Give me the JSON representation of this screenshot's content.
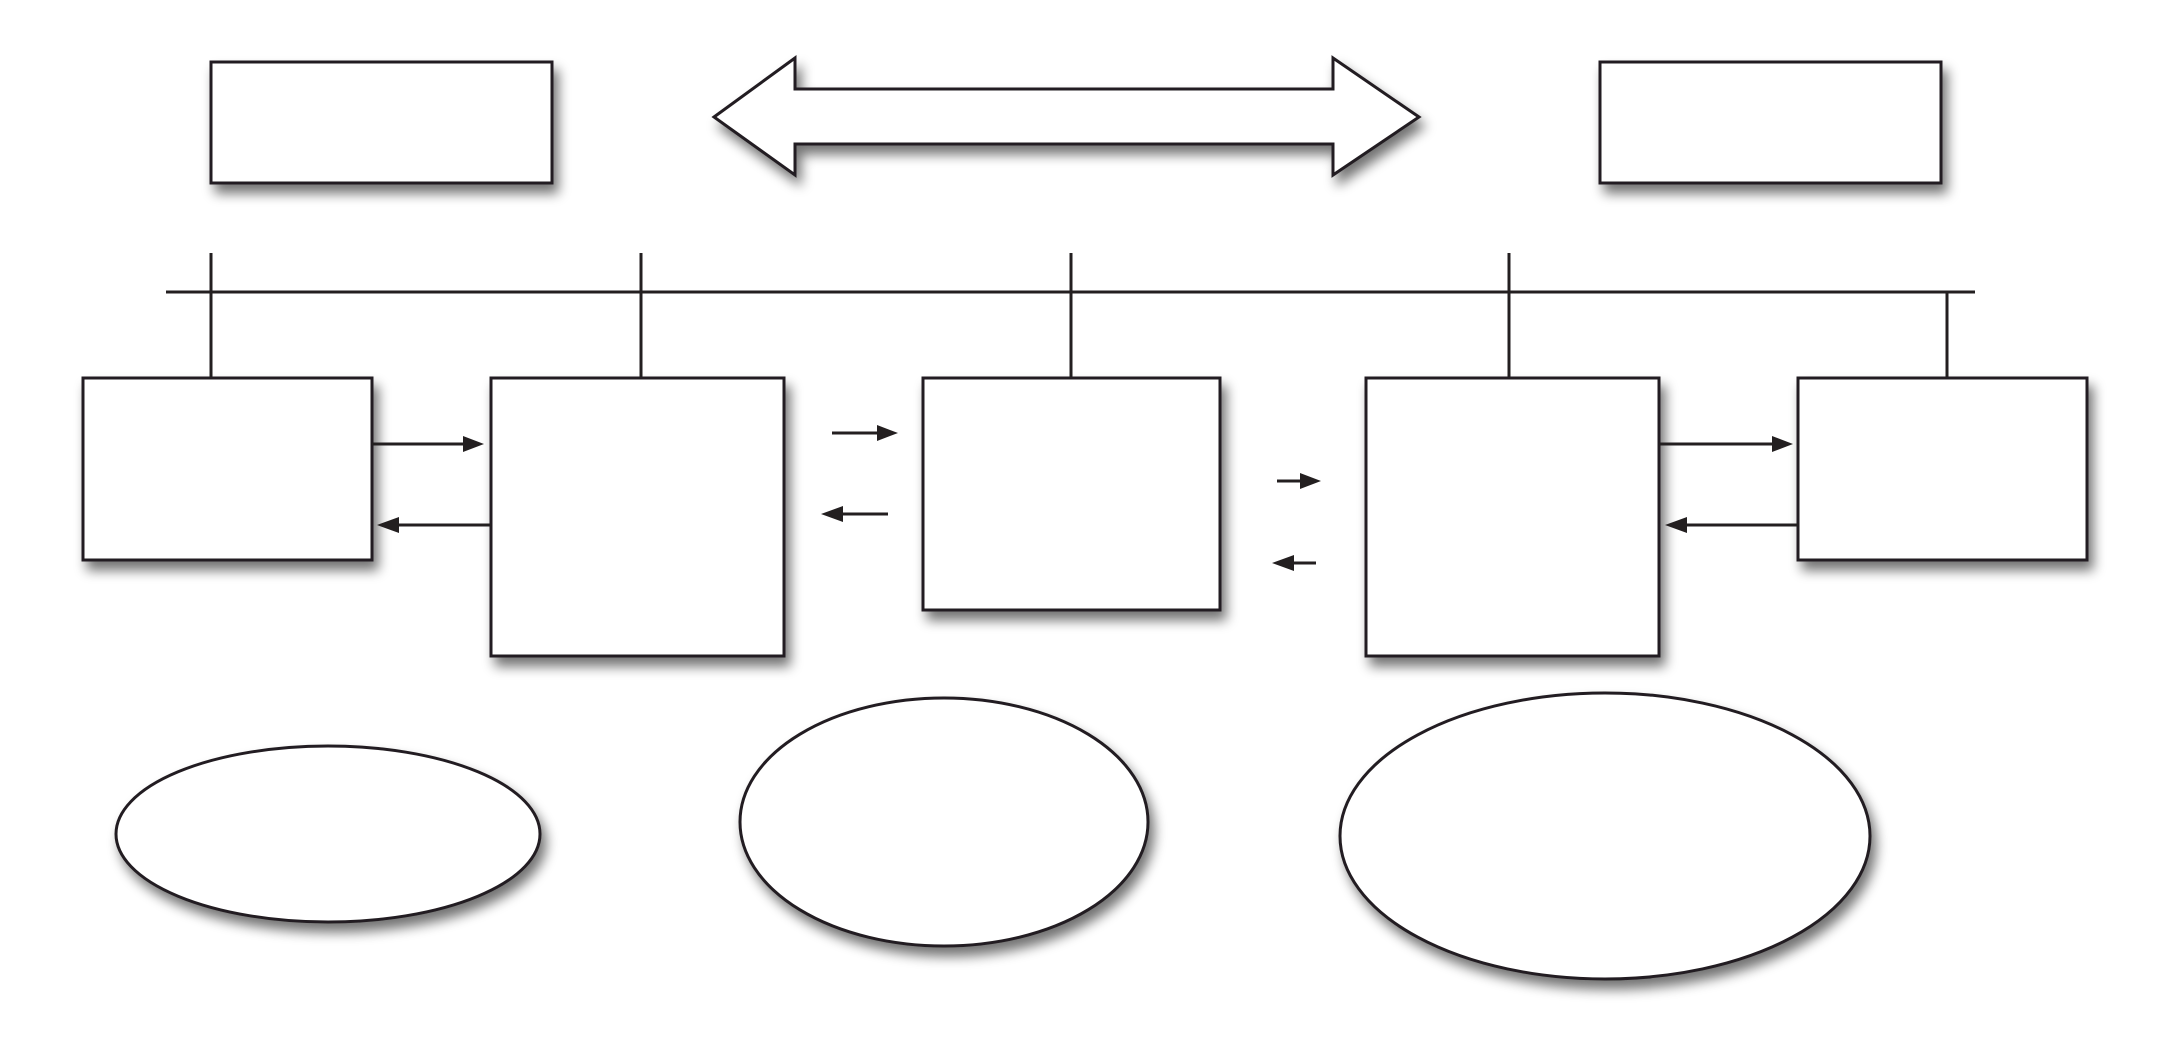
{
  "diagram": {
    "background_color": "#ffffff",
    "stroke_color": "#231f20",
    "fill_color": "#ffffff",
    "header_boxes": [
      {
        "id": "left",
        "label": ""
      },
      {
        "id": "right",
        "label": ""
      }
    ],
    "double_arrow": {
      "direction": "bidirectional",
      "label": ""
    },
    "bus": {
      "connected_nodes": 5
    },
    "nodes": [
      {
        "id": "node-1",
        "label": ""
      },
      {
        "id": "node-2",
        "label": ""
      },
      {
        "id": "node-3",
        "label": ""
      },
      {
        "id": "node-4",
        "label": ""
      },
      {
        "id": "node-5",
        "label": ""
      }
    ],
    "flows": [
      {
        "from": "node-1",
        "to": "node-2"
      },
      {
        "from": "node-2",
        "to": "node-1"
      },
      {
        "from": "node-2",
        "to": "node-3"
      },
      {
        "from": "node-3",
        "to": "node-2"
      },
      {
        "from": "node-3",
        "to": "node-4"
      },
      {
        "from": "node-4",
        "to": "node-3"
      },
      {
        "from": "node-4",
        "to": "node-5"
      },
      {
        "from": "node-5",
        "to": "node-4"
      }
    ],
    "ellipses": [
      {
        "id": "ellipse-1",
        "label": ""
      },
      {
        "id": "ellipse-2",
        "label": ""
      },
      {
        "id": "ellipse-3",
        "label": ""
      }
    ]
  }
}
